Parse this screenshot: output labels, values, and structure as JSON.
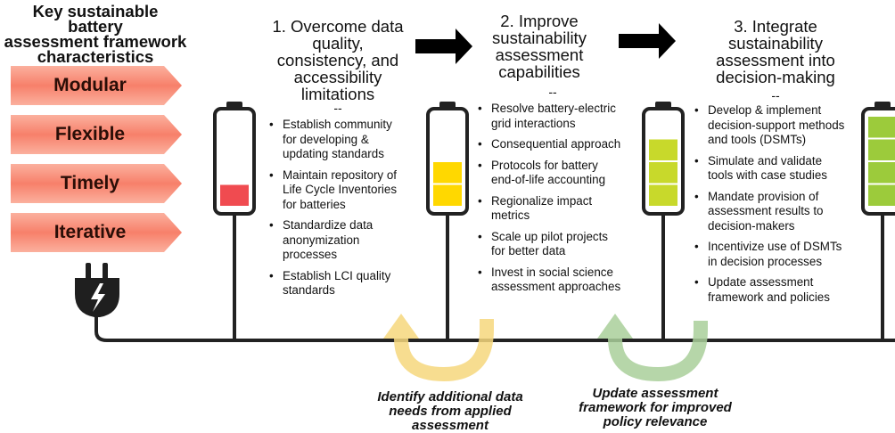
{
  "header": {
    "title": "Key sustainable battery assessment framework characteristics",
    "title_lines": [
      "Key sustainable battery",
      "assessment framework",
      "characteristics"
    ]
  },
  "characteristics": [
    "Modular",
    "Flexible",
    "Timely",
    "Iterative"
  ],
  "steps": [
    {
      "title_lines": [
        "1. Overcome data",
        "quality,",
        "consistency, and",
        "accessibility",
        "limitations"
      ],
      "separator": "--",
      "bullets": [
        [
          "Establish community",
          "for developing &",
          "updating standards"
        ],
        [
          "Maintain repository of",
          "Life Cycle Inventories",
          "for batteries"
        ],
        [
          "Standardize data",
          "anonymization",
          "processes"
        ],
        [
          "Establish LCI quality",
          "standards"
        ]
      ]
    },
    {
      "title_lines": [
        "2. Improve",
        "sustainability",
        "assessment",
        "capabilities"
      ],
      "separator": "--",
      "bullets": [
        [
          "Resolve battery-electric",
          "grid interactions"
        ],
        [
          "Consequential approach"
        ],
        [
          "Protocols for battery",
          "end-of-life accounting"
        ],
        [
          "Regionalize impact",
          "metrics"
        ],
        [
          "Scale up pilot projects",
          "for better data"
        ],
        [
          "Invest in social science",
          "assessment approaches"
        ]
      ]
    },
    {
      "title_lines": [
        "3. Integrate",
        "sustainability",
        "assessment into",
        "decision-making"
      ],
      "separator": "--",
      "bullets": [
        [
          "Develop & implement",
          "decision-support methods",
          "and tools (DSMTs)"
        ],
        [
          "Simulate and validate",
          "tools with case studies"
        ],
        [
          "Mandate provision of",
          "assessment results to",
          "decision-makers"
        ],
        [
          "Incentivize use of DSMTs",
          "in decision processes"
        ],
        [
          "Update assessment",
          "framework and policies"
        ]
      ]
    }
  ],
  "feedback": [
    {
      "lines": [
        "Identify additional data",
        "needs from applied",
        "assessment"
      ],
      "color": "#f6d77c"
    },
    {
      "lines": [
        "Update assessment",
        "framework for improved",
        "policy relevance"
      ],
      "color": "#a9cf9a"
    }
  ],
  "batteries": [
    {
      "charge_level": 0.25,
      "color": "#f04b50",
      "cells": 1
    },
    {
      "charge_level": 0.5,
      "color": "#ffd800",
      "cells": 2
    },
    {
      "charge_level": 0.75,
      "color": "#c8d92b",
      "cells": 3
    },
    {
      "charge_level": 1.0,
      "color": "#9ccb3b",
      "cells": 4
    }
  ],
  "colors": {
    "chevron": "#f7806a",
    "chevron_light": "#fbb8a8",
    "wire": "#222222",
    "plug": "#1f1f1f"
  },
  "icons": [
    "plug-icon",
    "battery-icon",
    "right-arrow-icon",
    "u-turn-arrow-icon"
  ]
}
